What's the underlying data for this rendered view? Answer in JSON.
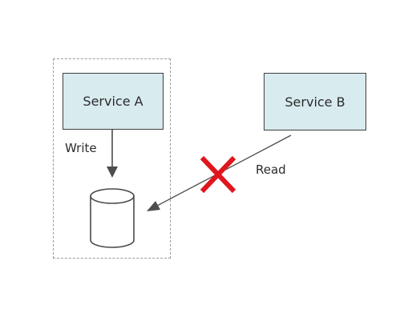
{
  "diagram": {
    "service_a": {
      "label": "Service A"
    },
    "service_b": {
      "label": "Service B"
    },
    "write_label": "Write",
    "read_label": "Read"
  },
  "colors": {
    "service_box_fill": "#d8ebef",
    "service_box_border": "#3f3f3f",
    "boundary_dashed": "#9a9a9a",
    "arrow": "#4d4d4d",
    "cross": "#e0151d"
  },
  "icons": {
    "database": "database-cylinder-icon",
    "blocked": "red-cross-icon"
  }
}
